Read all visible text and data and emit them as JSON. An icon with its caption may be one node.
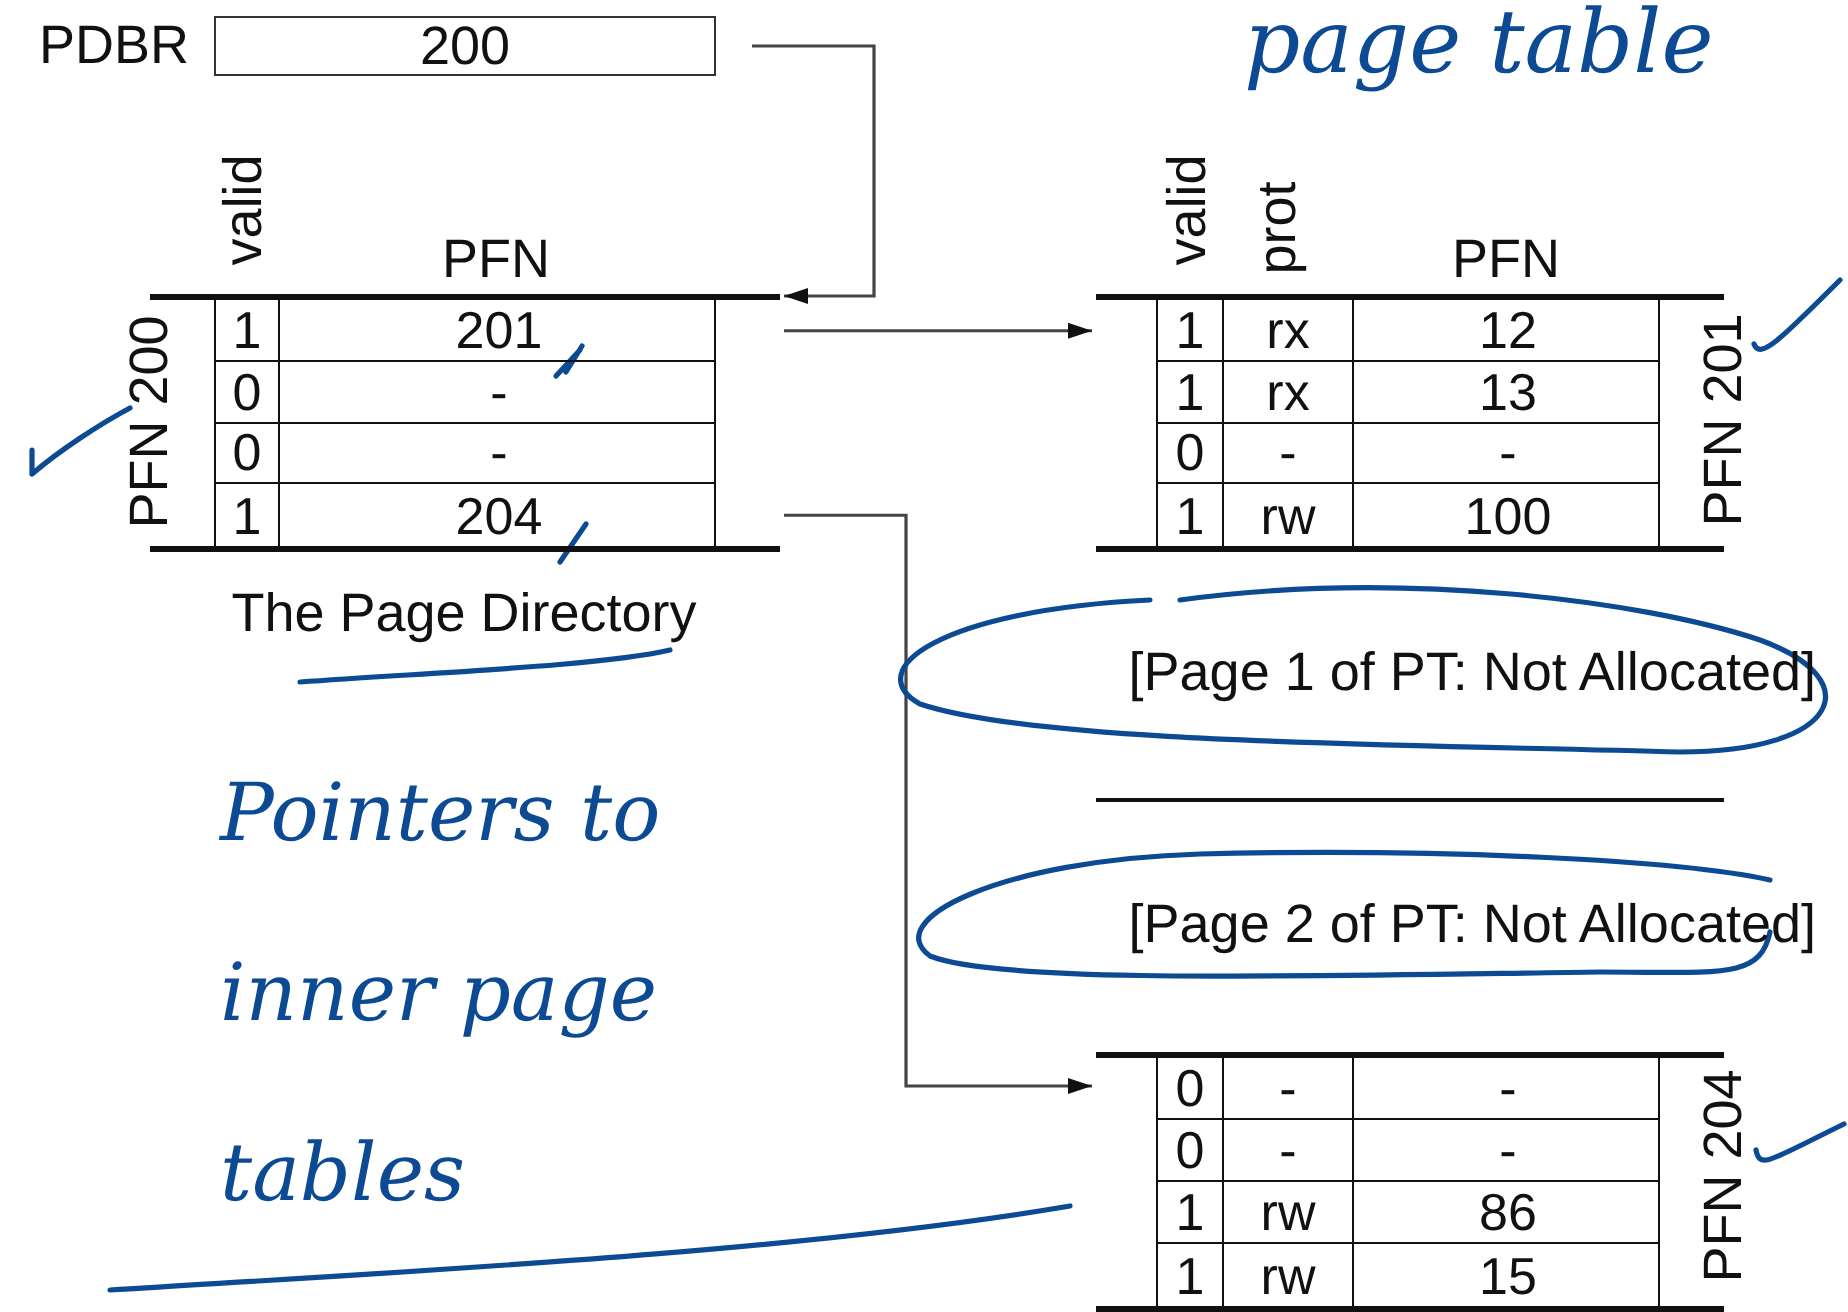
{
  "diagram": {
    "nodes": [
      {
        "text": [
          "200"
        ],
        "beside": [
          "PDBR"
        ]
      },
      {
        "text": [
          "valid",
          "PFN"
        ],
        "beside": [
          "PFN 200",
          "The Page Directory"
        ]
      },
      {
        "text": [
          "1",
          "201"
        ],
        "in": 1
      },
      {
        "text": [
          "0",
          "-"
        ],
        "in": 1
      },
      {
        "text": [
          "0",
          "-"
        ],
        "in": 1
      },
      {
        "text": [
          "1",
          "204"
        ],
        "in": 1
      },
      {
        "text": [
          "valid",
          "prot",
          "PFN"
        ],
        "beside": [
          "PFN 201"
        ]
      },
      {
        "text": [
          "1",
          "rx",
          "12"
        ],
        "in": 6
      },
      {
        "text": [
          "1",
          "rx",
          "13"
        ],
        "in": 6
      },
      {
        "text": [
          "0",
          "-",
          "-"
        ],
        "in": 6
      },
      {
        "text": [
          "1",
          "rw",
          "100"
        ],
        "in": 6
      },
      {
        "text": [
          "[Page 1 of PT: Not Allocated]"
        ]
      },
      {
        "text": [
          "[Page 2 of PT: Not Allocated]"
        ]
      },
      {
        "text": [],
        "shape": "box",
        "beside": [
          "PFN 204"
        ]
      },
      {
        "text": [
          "0",
          "-",
          "-"
        ],
        "in": 13
      },
      {
        "text": [
          "0",
          "-",
          "-"
        ],
        "in": 13
      },
      {
        "text": [
          "1",
          "rw",
          "86"
        ],
        "in": 13
      },
      {
        "text": [
          "1",
          "rw",
          "15"
        ],
        "in": 13
      }
    ],
    "edges": [
      {
        "from": 0,
        "to": 1,
        "arrow": "to"
      },
      {
        "from": 2,
        "to": 6,
        "arrow": "to"
      },
      {
        "from": 5,
        "to": 13,
        "arrow": "to"
      }
    ],
    "labels": [
      "page table",
      "Pointers to inner page tables"
    ]
  }
}
